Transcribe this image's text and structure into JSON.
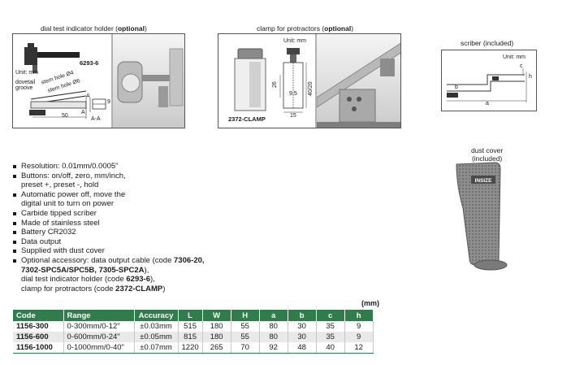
{
  "captions": {
    "holder_prefix": "dial test indicator holder (",
    "holder_bold": "optional",
    "holder_suffix": ")",
    "clamp_prefix": "clamp for protractors (",
    "clamp_bold": "optional",
    "clamp_suffix": ")",
    "scriber": "scriber (included)",
    "dust_cover_line1": "dust cover",
    "dust_cover_line2": "(included)"
  },
  "holder_diagram": {
    "code": "6293-6",
    "unit": "Unit: mm",
    "dovetail_groove": "dovetail groove",
    "stem_hole_4": "stem hole Ø4",
    "stem_hole_6": "stem hole Ø6",
    "dim_50": "50",
    "dim_9": "9",
    "a1": "A",
    "a2": "A",
    "section": "A-A"
  },
  "clamp_diagram": {
    "unit": "Unit: mm",
    "code": "2372-CLAMP",
    "dim_26": "26",
    "dim_9_5": "9.5",
    "dim_40_20": "40/20",
    "dim_15": "15"
  },
  "scriber_diagram": {
    "unit": "Unit: mm",
    "dim_a": "a",
    "dim_b": "b",
    "dim_c": "c",
    "dim_h": "h"
  },
  "dust_cover_brand": "INSIZE",
  "features": [
    {
      "lines": [
        "Resolution: 0.01mm/0.0005\""
      ]
    },
    {
      "lines": [
        "Buttons: on/off, zero, mm/inch,",
        "preset +, preset -, hold"
      ]
    },
    {
      "lines": [
        "Automatic power off, move the",
        "digital unit to turn on power"
      ]
    },
    {
      "lines": [
        "Carbide tipped scriber"
      ]
    },
    {
      "lines": [
        "Made of stainless steel"
      ]
    },
    {
      "lines": [
        "Battery CR2032"
      ]
    },
    {
      "lines": [
        "Data output"
      ]
    },
    {
      "lines": [
        "Supplied with dust cover"
      ]
    }
  ],
  "optional_accessory": {
    "l1_prefix": "Optional accessory: data output cable (code ",
    "l1_bold": "7306-20,",
    "l2_bold": "7302-SPC5A/SPC5B, 7305-SPC2A",
    "l2_suffix": "),",
    "l3_prefix": "dial test indicator holder (code ",
    "l3_bold": "6293-6",
    "l3_suffix": "),",
    "l4_prefix": "clamp for protractors (code ",
    "l4_bold": "2372-CLAMP",
    "l4_suffix": ")"
  },
  "table_unit": "(mm)",
  "table": {
    "headers": [
      "Code",
      "Range",
      "Accuracy",
      "L",
      "W",
      "H",
      "a",
      "b",
      "c",
      "h"
    ],
    "rows": [
      [
        "1156-300",
        "0-300mm/0-12\"",
        "±0.03mm",
        "515",
        "180",
        "55",
        "80",
        "30",
        "35",
        "9"
      ],
      [
        "1156-600",
        "0-600mm/0-24\"",
        "±0.05mm",
        "815",
        "180",
        "55",
        "80",
        "30",
        "35",
        "9"
      ],
      [
        "1156-1000",
        "0-1000mm/0-40\"",
        "±0.07mm",
        "1220",
        "265",
        "70",
        "92",
        "48",
        "40",
        "12"
      ]
    ]
  }
}
